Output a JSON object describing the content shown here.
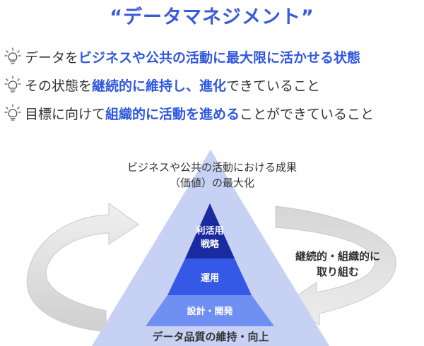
{
  "title": "“データマネジメント”",
  "bullets": [
    [
      {
        "t": "データを",
        "h": false
      },
      {
        "t": "ビジネスや公共の活動に最大限に活かせる状態",
        "h": true
      }
    ],
    [
      {
        "t": "その状態を",
        "h": false
      },
      {
        "t": "継続的に維持し、進化",
        "h": true
      },
      {
        "t": "できていること",
        "h": false
      }
    ],
    [
      {
        "t": "目標に向けて",
        "h": false
      },
      {
        "t": "組織的に活動を進める",
        "h": true
      },
      {
        "t": "ことができていること",
        "h": false
      }
    ]
  ],
  "diagram": {
    "goal_line1": "ビジネスや公共の活動における成果",
    "goal_line2": "（価値）の最大化",
    "tier_top_line1": "利活用",
    "tier_top_line2": "戦略",
    "tier_mid": "運用",
    "tier_low": "設計・開発",
    "base": "データ品質の維持・向上",
    "cycle_line1": "継続的・組織的に",
    "cycle_line2": "取り組む"
  },
  "colors": {
    "accent": "#2f57e0",
    "tier_top": "#1a2aa0",
    "tier_mid": "#3558e6",
    "tier_low": "#6f8ff2",
    "outer_triangle": "#c6d1f4",
    "arrow": "#dcdcdc"
  }
}
